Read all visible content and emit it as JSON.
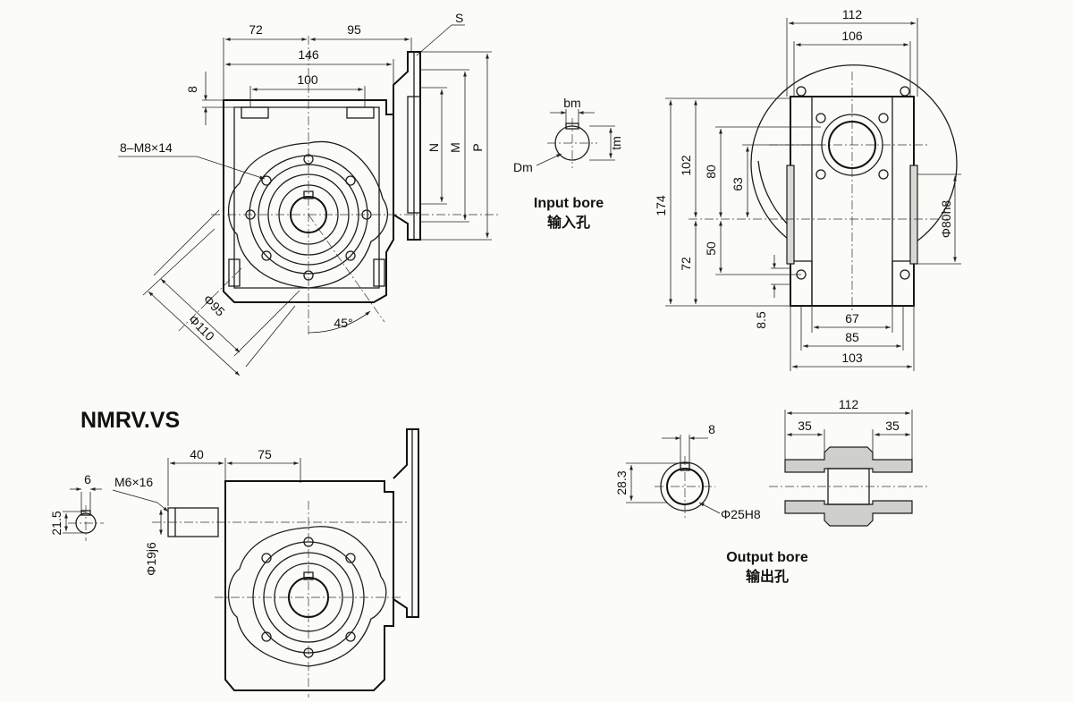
{
  "title": "NMRV.VS",
  "views": {
    "front": {
      "dim_72": "72",
      "dim_95": "95",
      "dim_146": "146",
      "dim_100": "100",
      "dim_8": "8",
      "label_s": "S",
      "label_thread": "8–M8×14",
      "label_n": "N",
      "label_m": "M",
      "label_p": "P",
      "dim_d95": "Φ95",
      "dim_d110": "Φ110",
      "dim_angle": "45°"
    },
    "input_bore": {
      "dim_bm": "bm",
      "dim_tm": "tm",
      "dim_dm": "Dm",
      "caption_en": "Input bore",
      "caption_zh": "输入孔"
    },
    "side": {
      "dim_112": "112",
      "dim_106": "106",
      "dim_174": "174",
      "dim_102": "102",
      "dim_80": "80",
      "dim_63": "63",
      "dim_72": "72",
      "dim_50": "50",
      "dim_8_5": "8.5",
      "dim_d80h8": "Φ80h8",
      "dim_67": "67",
      "dim_85": "85",
      "dim_103": "103"
    },
    "vs_view": {
      "dim_6": "6",
      "dim_21_5": "21.5",
      "dim_thread": "M6×16",
      "dim_40": "40",
      "dim_75": "75",
      "dim_shaft": "Φ19j6"
    },
    "output_bore": {
      "dim_8": "8",
      "dim_28_3": "28.3",
      "dim_d25h8": "Φ25H8",
      "dim_112": "112",
      "dim_35_left": "35",
      "dim_35_right": "35",
      "caption_en": "Output bore",
      "caption_zh": "输出孔"
    }
  }
}
